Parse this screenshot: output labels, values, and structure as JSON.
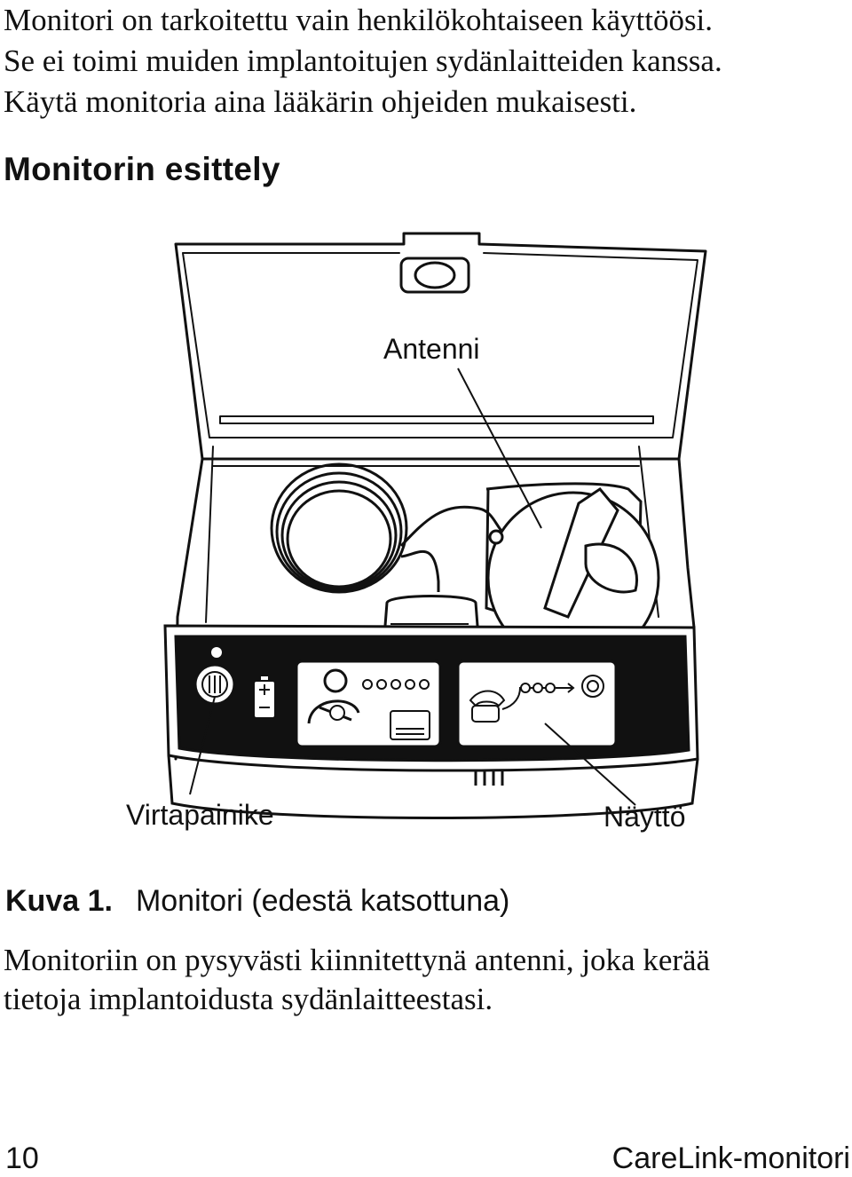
{
  "intro": {
    "lines": [
      "Monitori on tarkoitettu vain henkilökohtaiseen käyttöösi.",
      "Se ei toimi muiden implantoitujen sydänlaitteiden kanssa.",
      "Käytä monitoria aina lääkärin ohjeiden mukaisesti."
    ]
  },
  "section": {
    "title": "Monitorin esittely"
  },
  "figure": {
    "labels": {
      "antenna": "Antenni",
      "power": "Virtapainike",
      "display": "Näyttö"
    }
  },
  "caption": {
    "number": "Kuva 1.",
    "text": "Monitori (edestä katsottuna)"
  },
  "body": {
    "lines": [
      "Monitoriin on pysyvästi kiinnitettynä antenni, joka kerää",
      "tietoja implantoidusta sydänlaitteestasi."
    ]
  },
  "footer": {
    "page_number": "10",
    "document_name": "CareLink-monitori"
  }
}
